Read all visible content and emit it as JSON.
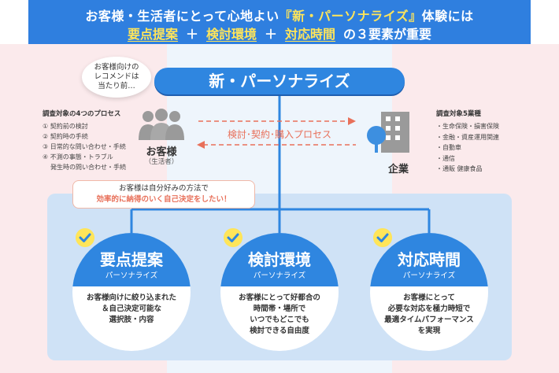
{
  "header": {
    "line1_prefix": "お客様・生活者にとって心地よい",
    "line1_highlight": "『新・パーソナライズ』",
    "line1_suffix": "体験には",
    "kw1": "要点提案",
    "kw2": "検討環境",
    "kw3": "対応時間",
    "plus": "＋",
    "line2_suffix": "の３要素が重要"
  },
  "bubble": {
    "lines": [
      "お客様向けの",
      "レコメンドは",
      "当たり前…"
    ]
  },
  "banner": {
    "label": "新・パーソナライズ"
  },
  "left_panel": {
    "title": "調査対象の4つのプロセス",
    "items": [
      "① 契約前の検討",
      "② 契約時の手続",
      "③ 日常的な問い合わせ・手続",
      "④ 不測の事態・トラブル"
    ],
    "item4_sub": "発生時の問い合わせ・手続"
  },
  "right_panel": {
    "title": "調査対象5業種",
    "items": [
      "・生命保険・損害保険",
      "・金融・資産運用関連",
      "・自動車",
      "・通信",
      "・通販 健康食品"
    ]
  },
  "customer": {
    "label": "お客様",
    "sub": "（生活者）"
  },
  "company": {
    "label": "企業"
  },
  "process": {
    "label": "検討･契約･購入プロセス"
  },
  "callout": {
    "line1": "お客様は自分好みの方法で",
    "line2": "効率的に納得のいく自己決定をしたい！"
  },
  "cards": [
    {
      "title": "要点提案",
      "sub": "パーソナライズ",
      "body": [
        "お客様向けに絞り込まれた",
        "＆自己決定可能な",
        "選択肢・内容"
      ]
    },
    {
      "title": "検討環境",
      "sub": "パーソナライズ",
      "body": [
        "お客様にとって好都合の",
        "時間帯・場所で",
        "いつでもどこでも",
        "検討できる自由度"
      ]
    },
    {
      "title": "対応時間",
      "sub": "パーソナライズ",
      "body": [
        "お客様にとって",
        "必要な対応を極力時短で",
        "最適タイムパフォーマンス",
        "を実現"
      ]
    }
  ],
  "colors": {
    "primary_blue": "#2f86e0",
    "header_blue": "#2f7fdf",
    "highlight_yellow": "#ffe55a",
    "accent_orange": "#e8705a",
    "panel_blue": "#cfe2f6",
    "pink_bg": "#fbeaec"
  }
}
